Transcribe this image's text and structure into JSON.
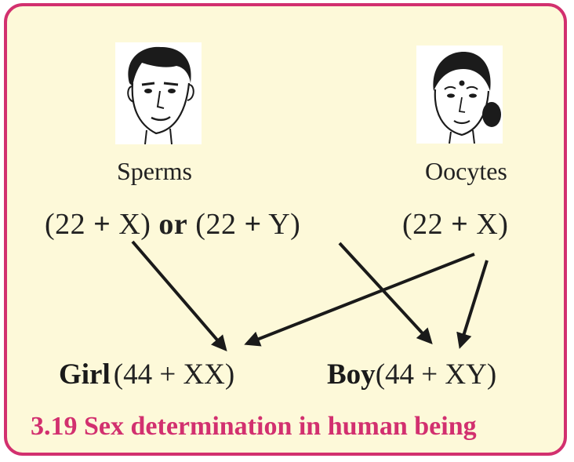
{
  "parents": {
    "father": {
      "icon": "man-face-icon",
      "label": "Sperms",
      "gamete_a": "22",
      "gamete_a_plus": "+",
      "gamete_a_chrom": "X)",
      "or_word": "or",
      "gamete_b": "(22",
      "gamete_b_plus": "+",
      "gamete_b_chrom": "Y)",
      "open_paren": "("
    },
    "mother": {
      "icon": "woman-face-icon",
      "label": "Oocytes",
      "gamete": "(22",
      "gamete_plus": "+",
      "gamete_chrom": "X)"
    }
  },
  "offspring": {
    "girl": {
      "word": "Girl",
      "formula": "(44 + XX)"
    },
    "boy": {
      "word": "Boy",
      "formula": "(44 + XY)"
    }
  },
  "caption": "3.19 Sex determination in human being",
  "colors": {
    "border": "#d2306f",
    "background": "#fdf9d9",
    "caption": "#d2306f",
    "text": "#222222"
  }
}
